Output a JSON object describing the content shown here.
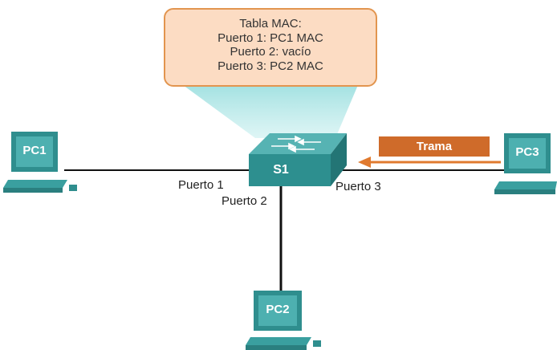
{
  "mac_table": {
    "title": "Tabla MAC:",
    "rows": [
      "Puerto 1: PC1 MAC",
      "Puerto 2: vacío",
      "Puerto 3: PC2 MAC"
    ]
  },
  "nodes": {
    "pc1": "PC1",
    "pc2": "PC2",
    "pc3": "PC3",
    "switch": "S1"
  },
  "ports": {
    "p1": "Puerto 1",
    "p2": "Puerto 2",
    "p3": "Puerto 3"
  },
  "frame": {
    "label": "Trama"
  },
  "colors": {
    "device_teal": "#3a9f9f",
    "callout_fill": "#fcdcc3",
    "callout_border": "#e2954f",
    "frame_orange": "#cf6b2a",
    "link_black": "#111111"
  }
}
